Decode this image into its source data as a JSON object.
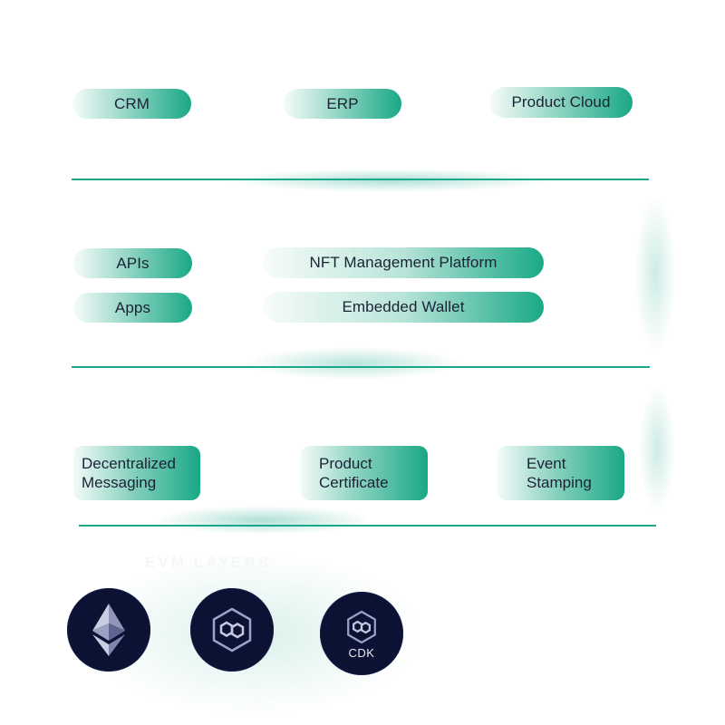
{
  "top_row": [
    {
      "label": "CRM"
    },
    {
      "label": "ERP"
    },
    {
      "label": "Product Cloud"
    }
  ],
  "middle_left": [
    {
      "label": "APIs"
    },
    {
      "label": "Apps"
    }
  ],
  "middle_right": [
    {
      "label": "NFT Management Platform"
    },
    {
      "label": "Embedded Wallet"
    }
  ],
  "bottom_row": [
    {
      "line1": "Decentralized",
      "line2": "Messaging"
    },
    {
      "line1": "Product",
      "line2": "Certificate"
    },
    {
      "line1": "Event",
      "line2": "Stamping"
    }
  ],
  "network_layer": {
    "title": "EVM LAYERS",
    "chains": [
      {
        "name": "ethereum",
        "icon": "ethereum-icon"
      },
      {
        "name": "polygon",
        "icon": "polygon-icon"
      },
      {
        "name": "polygon-cdk",
        "icon": "polygon-cdk-icon",
        "label": "CDK"
      }
    ]
  },
  "colors": {
    "accent": "#1aa886",
    "coin_bg": "#0c1233"
  }
}
